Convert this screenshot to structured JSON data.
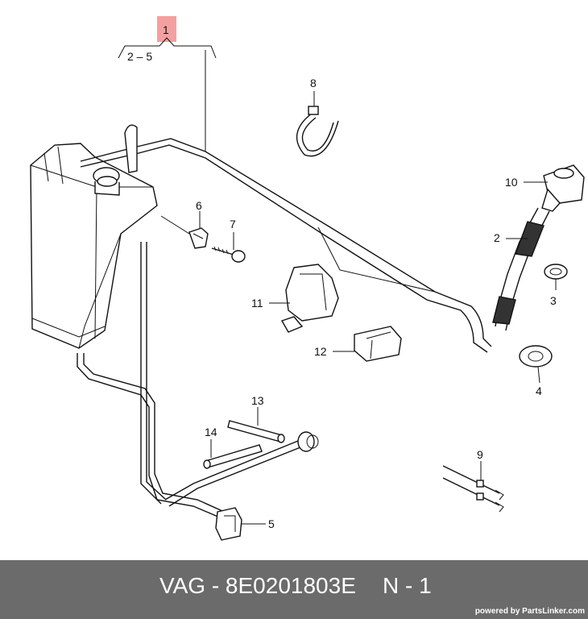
{
  "callouts": {
    "c1": "1",
    "c1_range": "2 – 5",
    "c2": "2",
    "c3": "3",
    "c4": "4",
    "c5": "5",
    "c6": "6",
    "c7": "7",
    "c8": "8",
    "c9": "9",
    "c10": "10",
    "c11": "11",
    "c12": "12",
    "c13": "13",
    "c14": "14"
  },
  "colors": {
    "highlight": "#f4a0a0",
    "footer_bg": "#6b6b6b"
  },
  "footer": {
    "part_code": "VAG - 8E0201803E",
    "page": "N - 1",
    "brand": "powered by PartsLinker.com"
  }
}
